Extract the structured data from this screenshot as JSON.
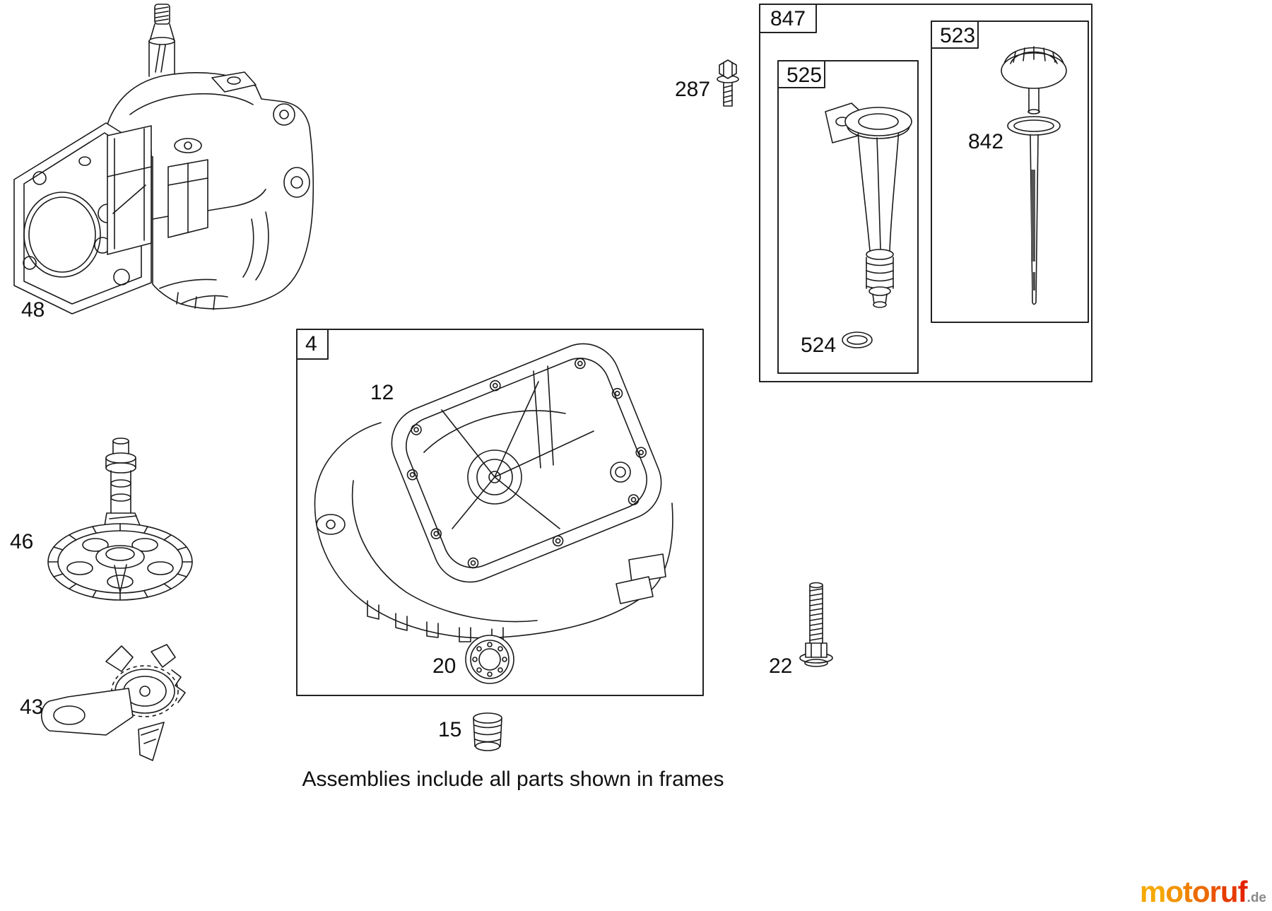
{
  "footer": {
    "note": "Assemblies include all parts shown in frames"
  },
  "logo": {
    "letters": [
      "m",
      "o",
      "t",
      "o",
      "r",
      "u",
      "f"
    ],
    "tld": ".de",
    "letter_colors": [
      "#f5a800",
      "#f29400",
      "#ef8000",
      "#ec6a00",
      "#e95300",
      "#e63b00",
      "#e32400"
    ],
    "tld_color": "#8a8a8a"
  },
  "frames": {
    "f4": {
      "label": "4"
    },
    "f847": {
      "label": "847"
    },
    "f525": {
      "label": "525"
    },
    "f523": {
      "label": "523"
    }
  },
  "part_labels": {
    "p48": "48",
    "p46": "46",
    "p43": "43",
    "p12": "12",
    "p20": "20",
    "p15": "15",
    "p287": "287",
    "p524": "524",
    "p842": "842",
    "p22": "22"
  }
}
